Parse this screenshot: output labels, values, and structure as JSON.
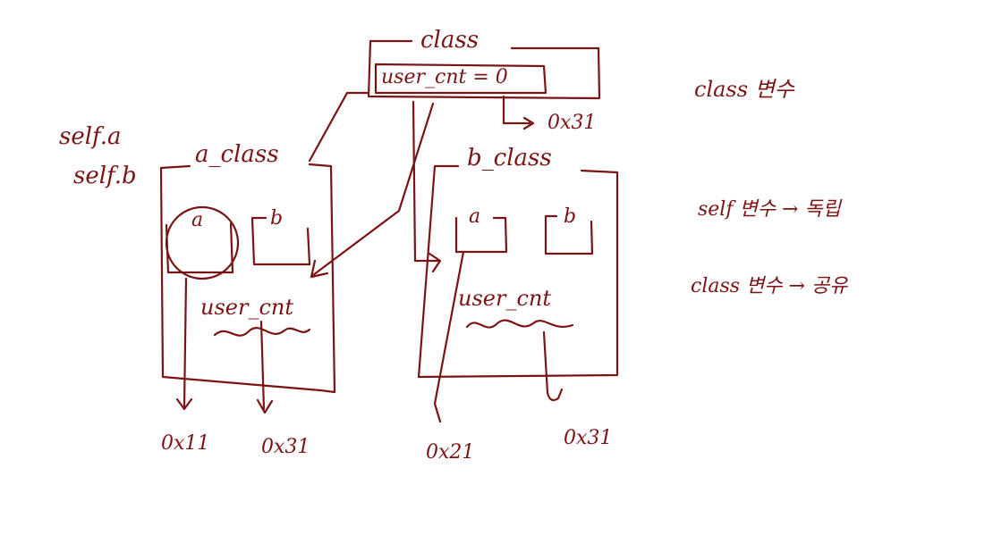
{
  "ink_color": "#7a1414",
  "class_box": {
    "title": "class",
    "value": "user_cnt = 0",
    "address": "0x31"
  },
  "self_vars": [
    "self.a",
    "self.b"
  ],
  "a_class": {
    "title": "a_class",
    "fields": [
      "a",
      "b"
    ],
    "member": "user_cnt",
    "addresses": [
      "0x11",
      "0x31"
    ]
  },
  "b_class": {
    "title": "b_class",
    "fields": [
      "a",
      "b"
    ],
    "member": "user_cnt",
    "addresses": [
      "0x21",
      "0x31"
    ]
  },
  "notes": {
    "class_var": "class 변수",
    "self_rule": "self 변수 → 독립",
    "class_rule": "class 변수 → 공유"
  }
}
